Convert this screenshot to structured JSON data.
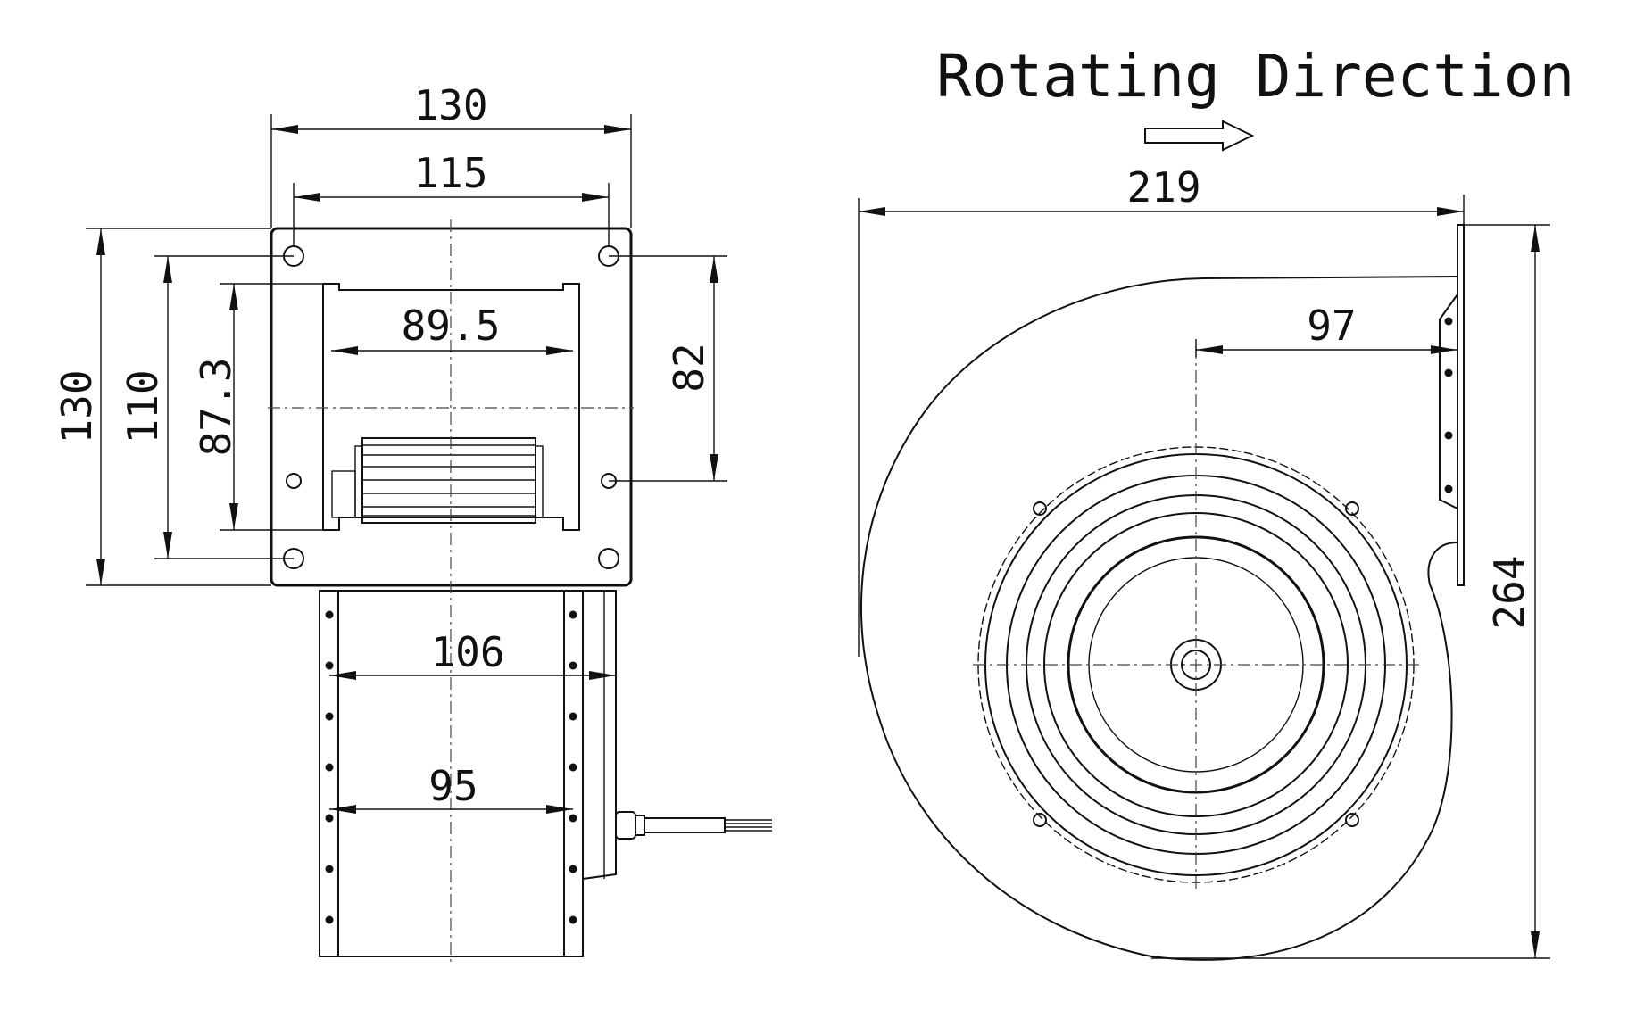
{
  "title": "Rotating Direction",
  "front_view": {
    "dim_outer_width": "130",
    "dim_hole_spacing_width": "115",
    "dim_outlet_width": "89.5",
    "dim_outer_height": "130",
    "dim_hole_spacing_height": "110",
    "dim_outlet_height": "87.3",
    "dim_small_hole_spacing": "82",
    "dim_body_width": "106",
    "dim_inner_width": "95"
  },
  "side_view": {
    "dim_total_width": "219",
    "dim_center_to_flange": "97",
    "dim_total_height": "264"
  },
  "icons": {
    "direction_arrow": "right-arrow-icon"
  }
}
